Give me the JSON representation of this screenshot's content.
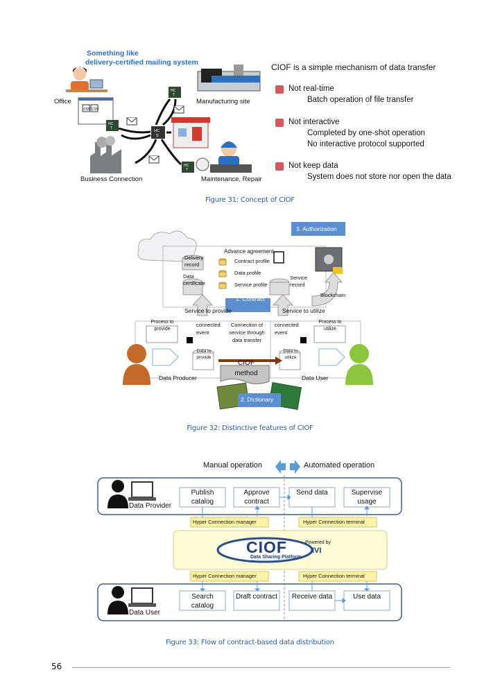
{
  "figure31": {
    "banner_line1": "Something like",
    "banner_line2": "delivery-certified mailing system",
    "labels": {
      "office": "Office",
      "manufacturing": "Manufacturing site",
      "business": "Business Connection",
      "maintenance": "Maintenance, Repair",
      "hct": "HC T",
      "hcs": "HC S",
      "csv": "CSV"
    },
    "intro": "CIOF is a simple mechanism of data transfer",
    "points": [
      {
        "head": "Not real-time",
        "lines": [
          "Batch operation of file transfer"
        ]
      },
      {
        "head": "Not interactive",
        "lines": [
          "Completed by one-shot operation",
          "No interactive protocol supported"
        ]
      },
      {
        "head": "Not keep data",
        "lines": [
          "System does not store nor open the data"
        ]
      }
    ],
    "caption": "Figure 31: Concept of CIOF"
  },
  "figure32": {
    "authorization": "3. Authorization",
    "advance_agreement": "Advance agreement",
    "delivery_record": "Delivery record",
    "data_certificate": "Data certificate",
    "contract_profile": "Contract profile",
    "data_profile": "Data profile",
    "service_profile": "Service profile",
    "service_record": "Service record",
    "blockchain": "Blockchain",
    "contract": "1. Contract",
    "service_to_provide": "Service to provide",
    "service_to_utilize": "Service to utilize",
    "process_to_provide": "Process to provide",
    "process_to_utilize": "Process to utilize",
    "connected_event": "connected event",
    "connection_text": "Connection of service through data transfer",
    "data_to_provide": "Data to provide",
    "data_to_utilize": "Data to utilize",
    "ciof_method": "CIOF method",
    "data_producer": "Data Producer",
    "data_user": "Data User",
    "dictionary": "2. Dictionary",
    "caption": "Figure 32: Distinctive features of CIOF"
  },
  "figure33": {
    "manual": "Manual operation",
    "automated": "Automated operation",
    "provider_label": "Data Provider",
    "user_label": "Data User",
    "provider_steps": [
      "Publish catalog",
      "Approve contract",
      "Send data",
      "Supervise usage"
    ],
    "user_steps": [
      "Search catalog",
      "Draft contract",
      "Receive data",
      "Use data"
    ],
    "hc_manager": "Hyper Connection manager",
    "hc_terminal": "Hyper Connection terminal",
    "ciof_logo": "CIOF",
    "powered_by": "Powered by",
    "ivi": "IVI",
    "platform": "Data Sharing Platform",
    "caption": "Figure 33: Flow of contract-based data distribution"
  },
  "footer": {
    "page_number": "56"
  },
  "colors": {
    "accent_blue": "#5b8fd0",
    "caption_blue": "#2a5d9a",
    "dark_green": "#2d4a2e",
    "yellow_panel": "#fdfbd6"
  }
}
